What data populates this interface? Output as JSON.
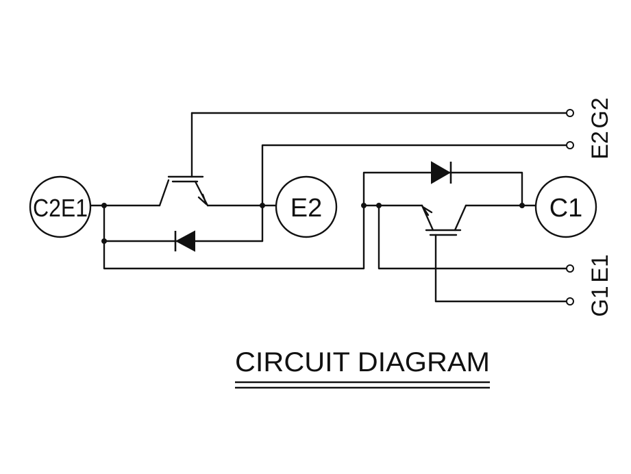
{
  "title": "CIRCUIT DIAGRAM",
  "terminals": {
    "c2e1": "C2E1",
    "e2": "E2",
    "c1": "C1"
  },
  "pins": {
    "g2": "G2",
    "e2": "E2",
    "e1": "E1",
    "g1": "G1"
  },
  "colors": {
    "ink": "#111111",
    "background": "#ffffff"
  }
}
